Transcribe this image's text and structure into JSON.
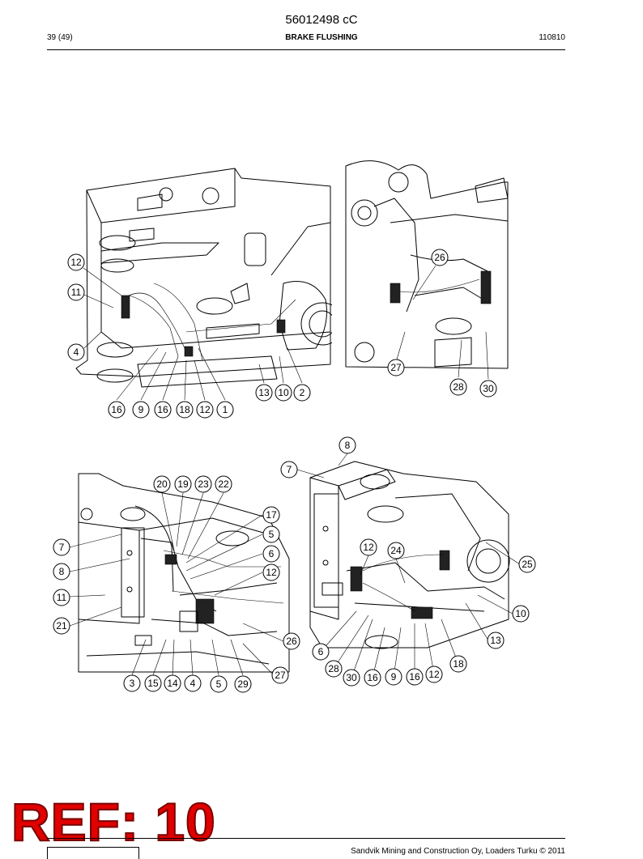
{
  "header": {
    "doc_number": "56012498 cC",
    "page": "39 (49)",
    "section": "BRAKE FLUSHING",
    "date": "110810"
  },
  "footer": {
    "text": "Sandvik Mining and Construction Oy, Loaders Turku © 2011"
  },
  "stamp": {
    "text": "REF: 10",
    "color": "#e00000"
  },
  "figures": {
    "top_left": {
      "callouts": [
        "12",
        "11",
        "4",
        "16",
        "9",
        "16",
        "18",
        "12",
        "1",
        "13",
        "10",
        "2"
      ]
    },
    "top_right": {
      "callouts": [
        "26",
        "27",
        "28",
        "30"
      ]
    },
    "bottom_left": {
      "callouts": [
        "20",
        "19",
        "23",
        "22",
        "17",
        "5",
        "6",
        "12",
        "7",
        "8",
        "11",
        "21",
        "26",
        "27",
        "3",
        "15",
        "14",
        "4",
        "5",
        "29"
      ]
    },
    "bottom_right": {
      "callouts": [
        "8",
        "7",
        "12",
        "24",
        "25",
        "10",
        "13",
        "18",
        "6",
        "28",
        "30",
        "16",
        "9",
        "16",
        "12"
      ]
    }
  }
}
